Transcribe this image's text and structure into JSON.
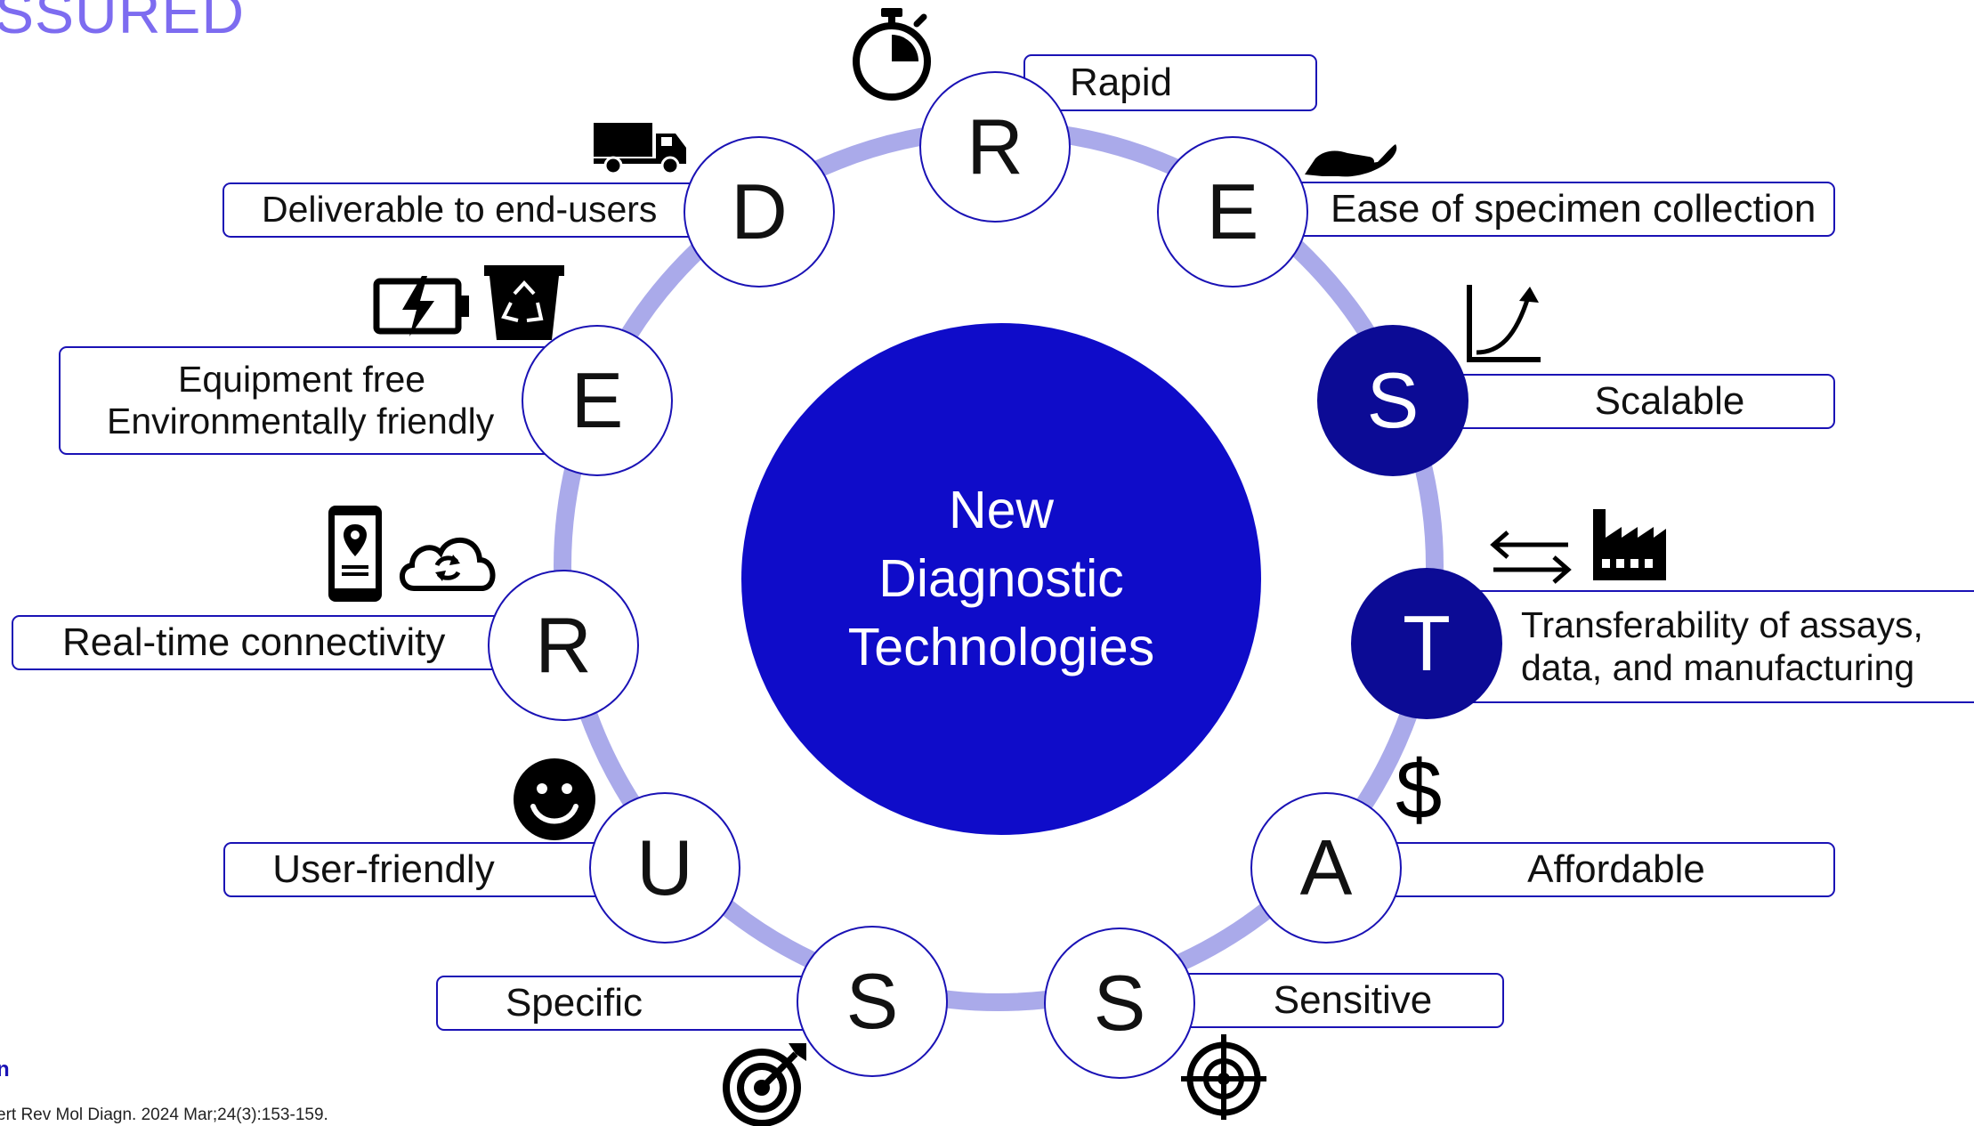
{
  "heading_fragment": "SSURED",
  "center": {
    "lines": [
      "New",
      "Diagnostic",
      "Technologies"
    ]
  },
  "letters": [
    {
      "letter": "R",
      "label": "Rapid",
      "icon": "stopwatch-icon"
    },
    {
      "letter": "E",
      "label": "Ease of specimen collection",
      "icon": "hand-icon"
    },
    {
      "letter": "S",
      "label": "Scalable",
      "icon": "growth-curve-icon"
    },
    {
      "letter": "T",
      "label": "Transferability of assays, data, and manufacturing",
      "icon": "factory-transfer-icon"
    },
    {
      "letter": "A",
      "label": "Affordable",
      "icon": "dollar-icon"
    },
    {
      "letter": "S",
      "label": "Sensitive",
      "icon": "crosshair-icon"
    },
    {
      "letter": "S",
      "label": "Specific",
      "icon": "target-icon"
    },
    {
      "letter": "U",
      "label": "User-friendly",
      "icon": "smiley-icon"
    },
    {
      "letter": "R",
      "label": "Real-time connectivity",
      "icon": "phone-cloud-icon"
    },
    {
      "letter": "E",
      "label_lines": [
        "Equipment free",
        "Environmentally friendly"
      ],
      "icon": "battery-recycle-icon"
    },
    {
      "letter": "D",
      "label": "Deliverable to end-users",
      "icon": "truck-icon"
    }
  ],
  "footer": {
    "brand_fragment": "n",
    "citation": "ert Rev Mol Diagn. 2024 Mar;24(3):153-159."
  },
  "colors": {
    "ring": "#aaaaea",
    "dark_circle": "#0c0b95",
    "center": "#0f0cc9",
    "border": "#1a12b5",
    "heading": "#7d6cf0"
  }
}
